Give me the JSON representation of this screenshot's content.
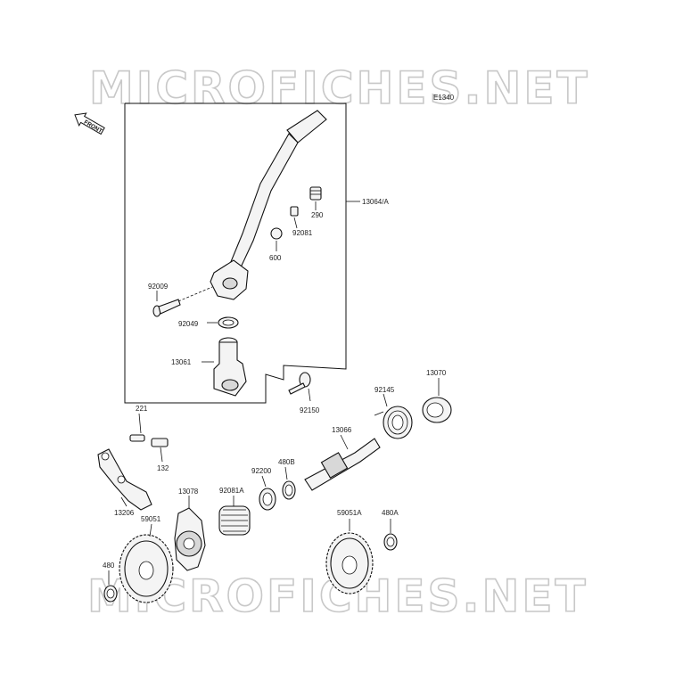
{
  "watermark": {
    "text": "MICROFICHES.NET",
    "color": "#c8c8c8"
  },
  "diagram_code": "E1340",
  "front_badge": "FRONT",
  "labels": {
    "p13064A": "13064/A",
    "p290": "290",
    "p92081": "92081",
    "p600": "600",
    "p92009": "92009",
    "p92049": "92049",
    "p13061": "13061",
    "p92150": "92150",
    "p13070": "13070",
    "p92145": "92145",
    "p13066": "13066",
    "p480B": "480B",
    "p92200": "92200",
    "p92081A": "92081A",
    "p13078": "13078",
    "p221": "221",
    "p132": "132",
    "p13206": "13206",
    "p59051": "59051",
    "p480": "480",
    "p59051A": "59051A",
    "p480A": "480A"
  },
  "colors": {
    "line": "#111111",
    "part_fill": "#f4f4f4",
    "background": "#ffffff"
  }
}
